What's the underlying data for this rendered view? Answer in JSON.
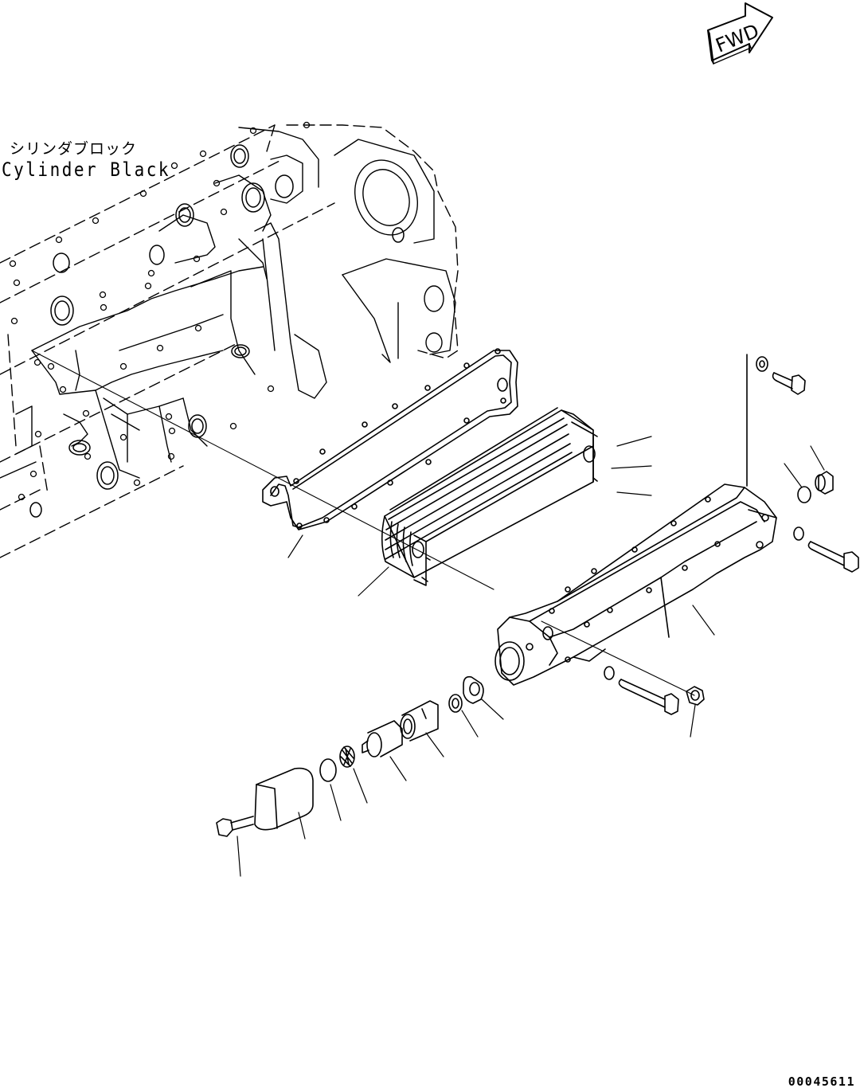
{
  "title_jp": "シリンダブロック",
  "title_en": "Cylinder Black",
  "fwd_label": "FWD",
  "doc_id": "00045611",
  "icons": [
    "fwd-arrow-icon"
  ]
}
